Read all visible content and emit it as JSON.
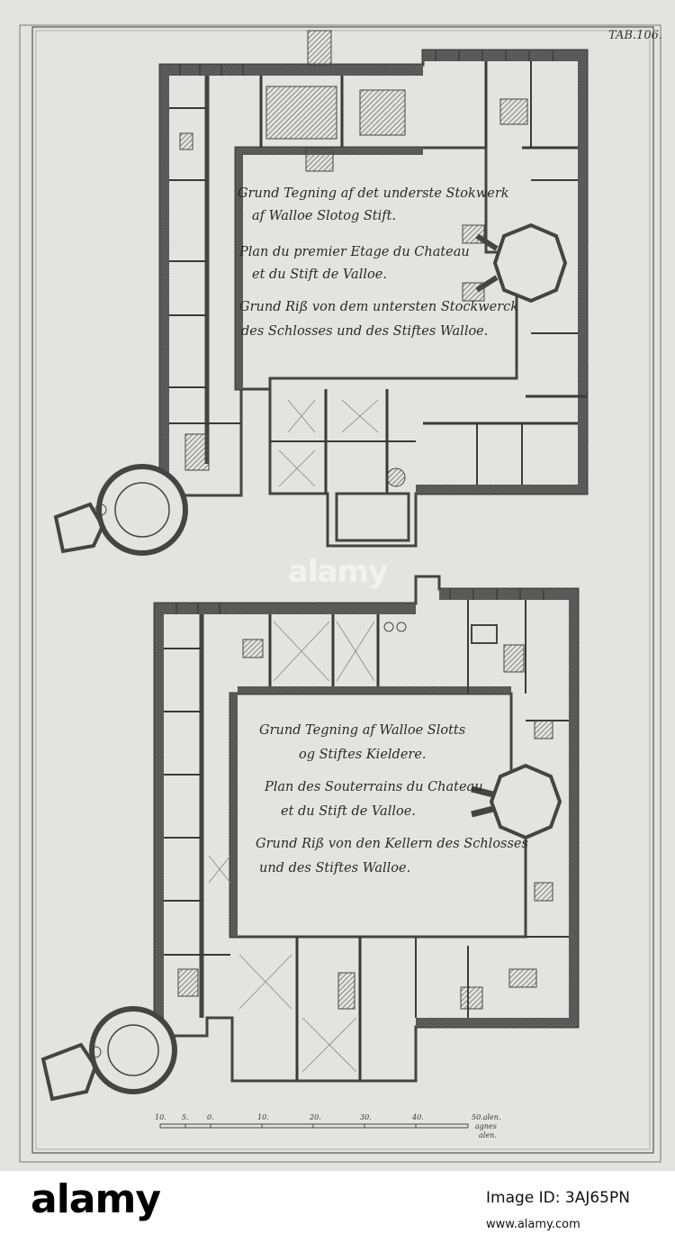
{
  "plate": {
    "number": "TAB.106."
  },
  "upper_plan": {
    "title_lines": [
      "Grund Tegning af det underste Stokwerk",
      "af Walloe Slotog Stift.",
      "Plan du premier Etage du Chateau",
      "et du Stift de Valloe.",
      "Grund Riß von dem untersten Stockwerck",
      "des Schlosses und des Stiftes Walloe."
    ]
  },
  "lower_plan": {
    "title_lines": [
      "Grund Tegning af Walloe Slotts",
      "og Stiftes Kieldere.",
      "Plan des Souterrains du Chateau",
      "et du Stift de Valloe.",
      "Grund Riß von den Kellern des Schlosses",
      "und des Stiftes Walloe."
    ]
  },
  "scale_bar": {
    "ticks": [
      "10.",
      "5.",
      "0.",
      "10.",
      "20.",
      "30.",
      "40."
    ],
    "unit_lines": [
      "50.alen.",
      "agnes",
      "alen."
    ]
  },
  "watermark": {
    "text": "alamy"
  },
  "footer": {
    "logo": "alamy",
    "image_id": "Image ID: 3AJ65PN",
    "url": "www.alamy.com"
  }
}
